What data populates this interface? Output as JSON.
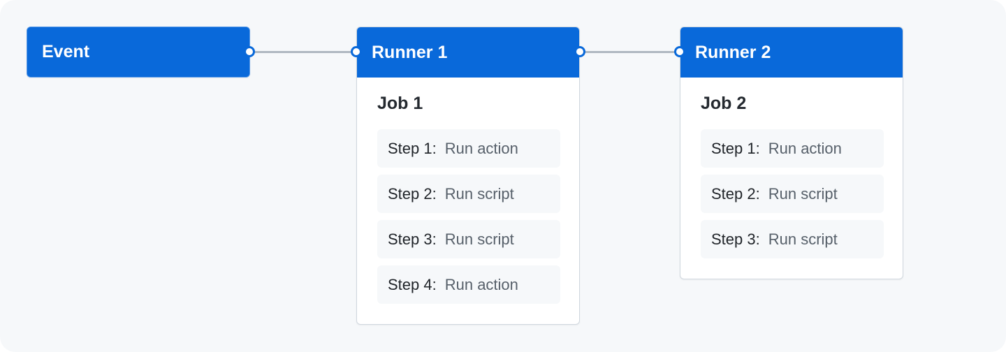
{
  "colors": {
    "header_blue": "#0969da",
    "connector_gray": "#afb8c1",
    "canvas_bg": "#f6f8fa",
    "step_bg": "#f6f8fa"
  },
  "event": {
    "label": "Event"
  },
  "runners": [
    {
      "title": "Runner 1",
      "job": "Job 1",
      "steps": [
        {
          "label": "Step 1:",
          "value": "Run action"
        },
        {
          "label": "Step 2:",
          "value": "Run script"
        },
        {
          "label": "Step 3:",
          "value": "Run script"
        },
        {
          "label": "Step 4:",
          "value": "Run action"
        }
      ]
    },
    {
      "title": "Runner 2",
      "job": "Job 2",
      "steps": [
        {
          "label": "Step 1:",
          "value": "Run action"
        },
        {
          "label": "Step 2:",
          "value": "Run script"
        },
        {
          "label": "Step 3:",
          "value": "Run script"
        }
      ]
    }
  ]
}
